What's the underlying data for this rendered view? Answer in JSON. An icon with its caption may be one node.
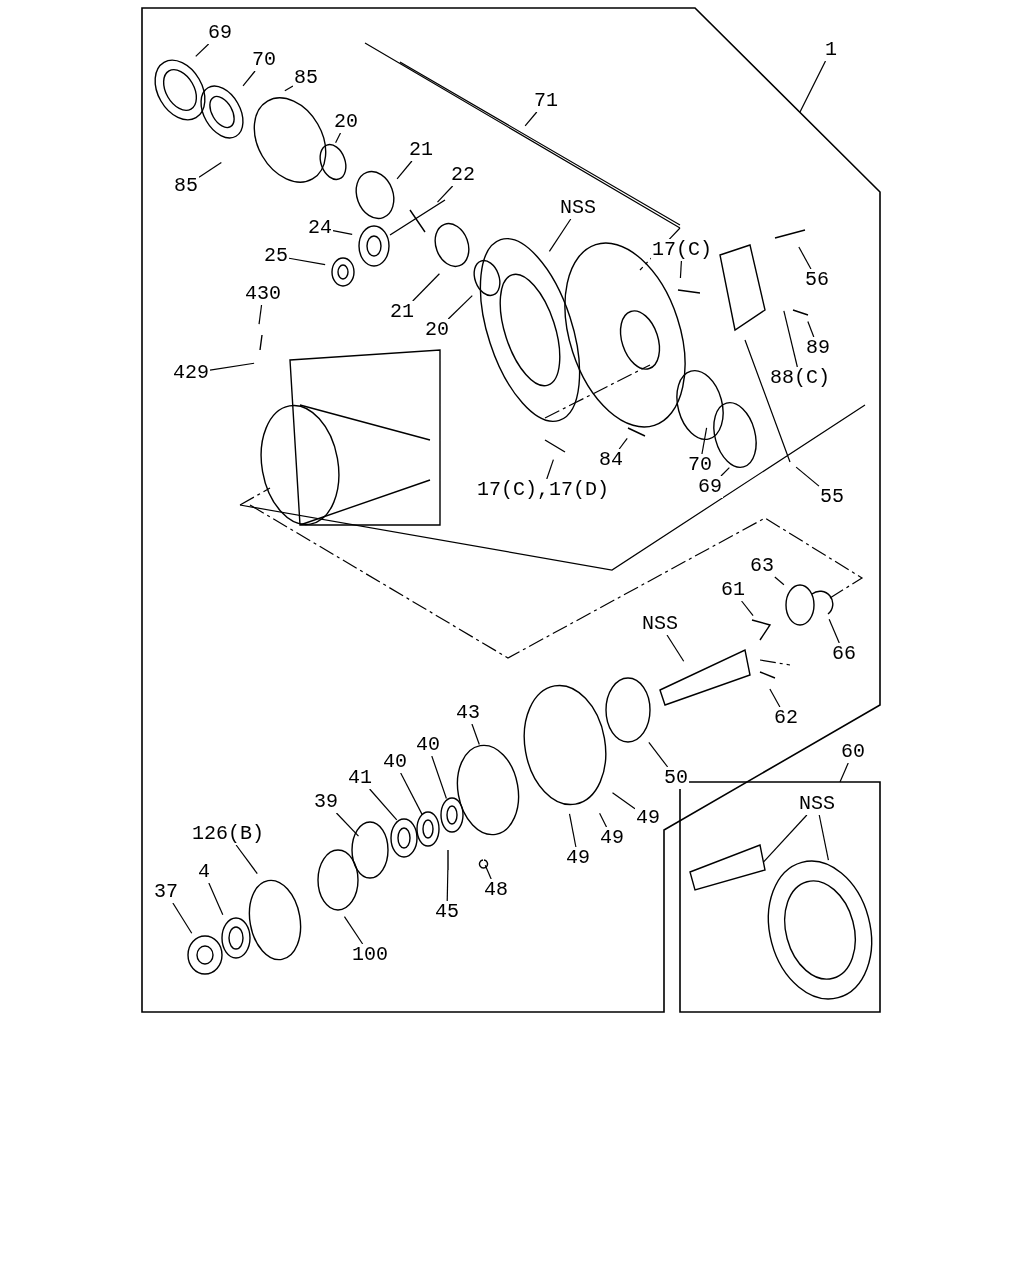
{
  "diagram": {
    "nodes": [
      {
        "text": [],
        "shape": "box"
      },
      {
        "text": [],
        "shape": "box"
      },
      {
        "text": [
          "1"
        ]
      },
      {
        "text": [
          "69"
        ],
        "in": 0
      },
      {
        "text": [
          "70"
        ],
        "in": 0
      },
      {
        "text": [
          "85"
        ],
        "in": 0
      },
      {
        "text": [
          "20"
        ],
        "in": 0
      },
      {
        "text": [
          "71"
        ],
        "in": 0
      },
      {
        "text": [
          "21"
        ],
        "in": 0
      },
      {
        "text": [
          "22"
        ],
        "in": 0
      },
      {
        "text": [
          "85"
        ],
        "in": 0
      },
      {
        "text": [
          "NSS"
        ],
        "in": 0
      },
      {
        "text": [
          "24"
        ],
        "in": 0
      },
      {
        "text": [
          "17(C)"
        ],
        "in": 0
      },
      {
        "text": [
          "25"
        ],
        "in": 0
      },
      {
        "text": [
          "56"
        ],
        "in": 0
      },
      {
        "text": [
          "430"
        ],
        "in": 0
      },
      {
        "text": [
          "21"
        ],
        "in": 0
      },
      {
        "text": [
          "20"
        ],
        "in": 0
      },
      {
        "text": [
          "89"
        ],
        "in": 0
      },
      {
        "text": [
          "429"
        ],
        "in": 0
      },
      {
        "text": [
          "88(C)"
        ],
        "in": 0
      },
      {
        "text": [
          "84"
        ],
        "in": 0
      },
      {
        "text": [
          "70"
        ],
        "in": 0
      },
      {
        "text": [
          "17(C),17(D)"
        ],
        "in": 0
      },
      {
        "text": [
          "69"
        ],
        "in": 0
      },
      {
        "text": [
          "55"
        ],
        "in": 0
      },
      {
        "text": [
          "63"
        ],
        "in": 0
      },
      {
        "text": [
          "61"
        ],
        "in": 0
      },
      {
        "text": [
          "NSS"
        ],
        "in": 0
      },
      {
        "text": [
          "66"
        ],
        "in": 0
      },
      {
        "text": [
          "43"
        ],
        "in": 0
      },
      {
        "text": [
          "62"
        ],
        "in": 0
      },
      {
        "text": [
          "40"
        ],
        "in": 0
      },
      {
        "text": [
          "60"
        ]
      },
      {
        "text": [
          "40"
        ],
        "in": 0
      },
      {
        "text": [
          "50"
        ],
        "in": 0
      },
      {
        "text": [
          "41"
        ],
        "in": 0
      },
      {
        "text": [
          "39"
        ],
        "in": 0
      },
      {
        "text": [
          "49"
        ],
        "in": 0
      },
      {
        "text": [
          "NSS"
        ],
        "in": 1
      },
      {
        "text": [
          "126(B)"
        ],
        "in": 0
      },
      {
        "text": [
          "49"
        ],
        "in": 0
      },
      {
        "text": [
          "49"
        ],
        "in": 0
      },
      {
        "text": [
          "4"
        ],
        "in": 0
      },
      {
        "text": [
          "48"
        ],
        "in": 0
      },
      {
        "text": [
          "37"
        ],
        "in": 0
      },
      {
        "text": [
          "45"
        ],
        "in": 0
      },
      {
        "text": [
          "100"
        ],
        "in": 0
      }
    ],
    "edges": [
      {
        "from": 2,
        "to": 0,
        "arrow": "none"
      },
      {
        "from": 3,
        "to": null,
        "arrow": "none"
      },
      {
        "from": 4,
        "to": null,
        "arrow": "none"
      },
      {
        "from": 5,
        "to": null,
        "arrow": "none"
      },
      {
        "from": 6,
        "to": null,
        "arrow": "none"
      },
      {
        "from": 7,
        "to": null,
        "arrow": "none"
      },
      {
        "from": 8,
        "to": null,
        "arrow": "none"
      },
      {
        "from": 9,
        "to": null,
        "arrow": "none"
      },
      {
        "from": 10,
        "to": null,
        "arrow": "none"
      },
      {
        "from": 11,
        "to": null,
        "arrow": "none"
      },
      {
        "from": 12,
        "to": null,
        "arrow": "none"
      },
      {
        "from": 13,
        "to": null,
        "arrow": "none"
      },
      {
        "from": 14,
        "to": null,
        "arrow": "none"
      },
      {
        "from": 15,
        "to": null,
        "arrow": "none"
      },
      {
        "from": 16,
        "to": null,
        "arrow": "none"
      },
      {
        "from": 17,
        "to": null,
        "arrow": "none"
      },
      {
        "from": 18,
        "to": null,
        "arrow": "none"
      },
      {
        "from": 19,
        "to": null,
        "arrow": "none"
      },
      {
        "from": 20,
        "to": null,
        "arrow": "none"
      },
      {
        "from": 21,
        "to": null,
        "arrow": "none"
      },
      {
        "from": 22,
        "to": null,
        "arrow": "none"
      },
      {
        "from": 23,
        "to": null,
        "arrow": "none"
      },
      {
        "from": 24,
        "to": null,
        "arrow": "none"
      },
      {
        "from": 25,
        "to": null,
        "arrow": "none"
      },
      {
        "from": 26,
        "to": null,
        "arrow": "none"
      },
      {
        "from": 27,
        "to": null,
        "arrow": "none"
      },
      {
        "from": 28,
        "to": null,
        "arrow": "none"
      },
      {
        "from": 29,
        "to": null,
        "arrow": "none"
      },
      {
        "from": 30,
        "to": null,
        "arrow": "none"
      },
      {
        "from": 31,
        "to": null,
        "arrow": "none"
      },
      {
        "from": 32,
        "to": null,
        "arrow": "none"
      },
      {
        "from": 33,
        "to": null,
        "arrow": "none"
      },
      {
        "from": 34,
        "to": 1,
        "arrow": "none"
      },
      {
        "from": 35,
        "to": null,
        "arrow": "none"
      },
      {
        "from": 36,
        "to": null,
        "arrow": "none"
      },
      {
        "from": 37,
        "to": null,
        "arrow": "none"
      },
      {
        "from": 38,
        "to": null,
        "arrow": "none"
      },
      {
        "from": 39,
        "to": null,
        "arrow": "none"
      },
      {
        "from": 40,
        "to": null,
        "arrow": "none"
      },
      {
        "from": 40,
        "to": null,
        "arrow": "none"
      },
      {
        "from": 41,
        "to": null,
        "arrow": "none"
      },
      {
        "from": 42,
        "to": null,
        "arrow": "none"
      },
      {
        "from": 43,
        "to": null,
        "arrow": "none"
      },
      {
        "from": 44,
        "to": null,
        "arrow": "none"
      },
      {
        "from": 45,
        "to": null,
        "arrow": "none"
      },
      {
        "from": 46,
        "to": null,
        "arrow": "none"
      },
      {
        "from": 47,
        "to": null,
        "arrow": "none"
      },
      {
        "from": 48,
        "to": null,
        "arrow": "none"
      }
    ]
  }
}
